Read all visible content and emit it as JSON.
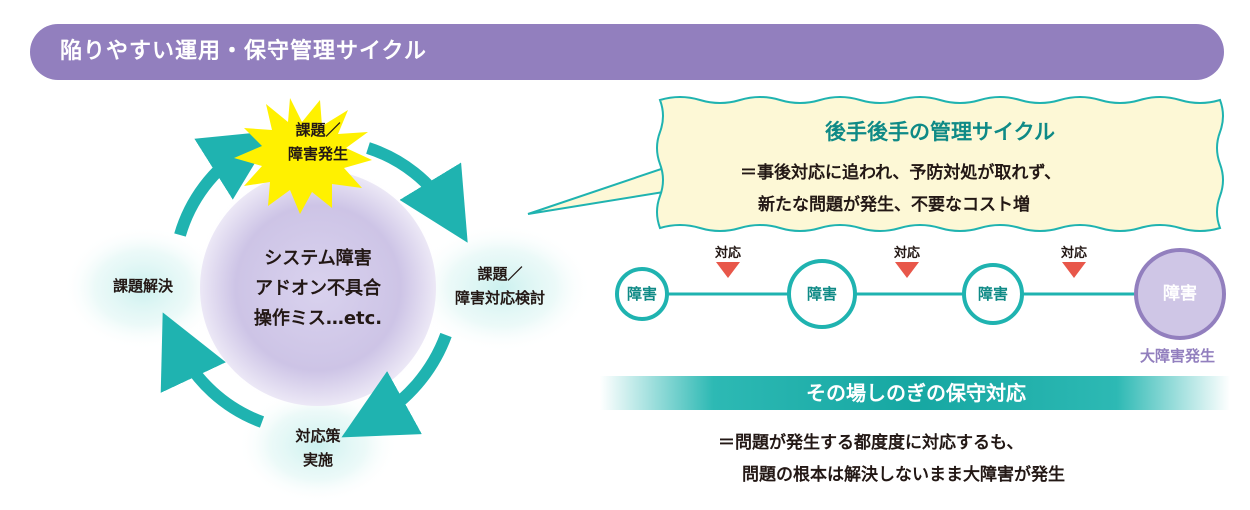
{
  "header": {
    "title": "陥りやすい運用・保守管理サイクル"
  },
  "cycle": {
    "center_lines": [
      "システム障害",
      "アドオン不具合",
      "操作ミス…etc."
    ],
    "top_lines": [
      "課題／",
      "障害発生"
    ],
    "right_lines": [
      "課題／",
      "障害対応検討"
    ],
    "bottom_lines": [
      "対応策",
      "実施"
    ],
    "left_label": "課題解決"
  },
  "bubble": {
    "title": "後手後手の管理サイクル",
    "line1": "＝事後対応に追われ、予防対処が取れず、",
    "line2": "新たな問題が発生、不要なコスト増"
  },
  "timeline": {
    "nodes": [
      "障害",
      "障害",
      "障害",
      "障害"
    ],
    "response_labels": [
      "対応",
      "対応",
      "対応"
    ],
    "major_label": "大障害発生"
  },
  "band": {
    "title": "その場しのぎの保守対応",
    "line1": "＝問題が発生する都度度に対応するも、",
    "line2": "問題の根本は解決しないまま大障害が発生"
  },
  "colors": {
    "purple": "#927fbe",
    "teal": "#1fb3b0",
    "teal_dark": "#0f8a86",
    "burst": "#fff100",
    "bubble_fill": "#fdf8d6",
    "arrow_red": "#e8574a",
    "lavender": "#cfc6e6"
  }
}
